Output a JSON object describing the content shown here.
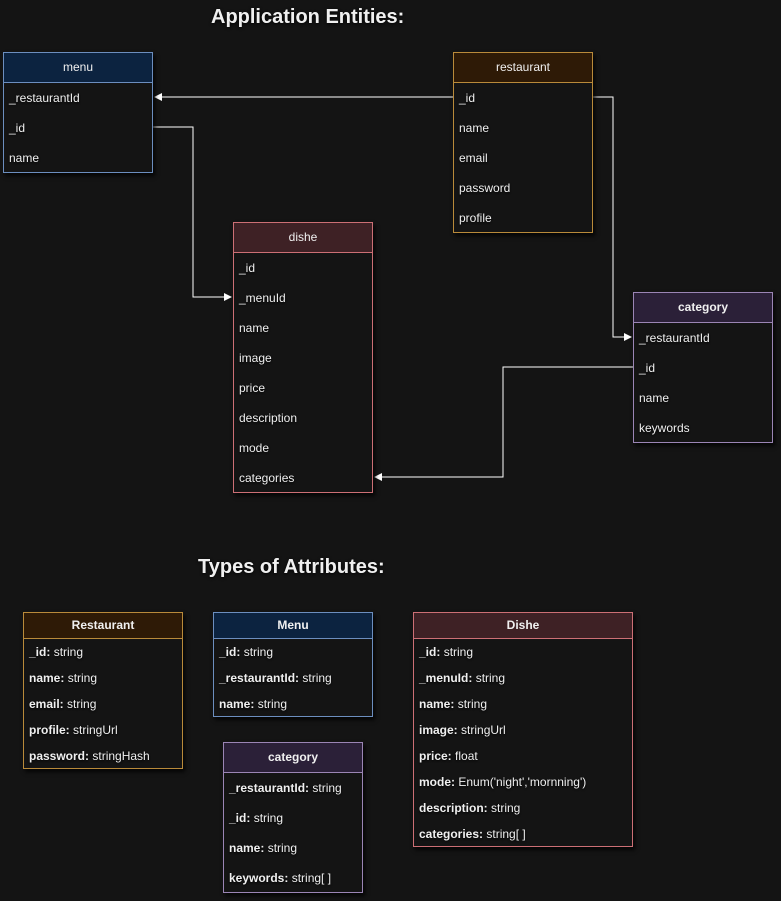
{
  "headings": {
    "entities": "Application Entities:",
    "types": "Types of Attributes:"
  },
  "colors": {
    "menu": "#6c8ebf",
    "restaurant": "#b98a3a",
    "dishe": "#cc6f75",
    "category": "#9b85b5",
    "background": "#141414"
  },
  "entities": {
    "menu": {
      "title": "menu",
      "fields": [
        "_restaurantId",
        "_id",
        "name"
      ]
    },
    "restaurant": {
      "title": "restaurant",
      "fields": [
        "_id",
        "name",
        "email",
        "password",
        "profile"
      ]
    },
    "dishe": {
      "title": "dishe",
      "fields": [
        "_id",
        "_menuId",
        "name",
        "image",
        "price",
        "description",
        "mode",
        "categories"
      ]
    },
    "category": {
      "title": "category",
      "fields": [
        "_restaurantId",
        "_id",
        "name",
        "keywords"
      ]
    }
  },
  "types": {
    "restaurant": {
      "title": "Restaurant",
      "fields": [
        {
          "key": "_id:",
          "type": "string"
        },
        {
          "key": "name:",
          "type": "string"
        },
        {
          "key": "email:",
          "type": "string"
        },
        {
          "key": "profile:",
          "type": "stringUrl"
        },
        {
          "key": "password:",
          "type": "stringHash"
        }
      ]
    },
    "menu": {
      "title": "Menu",
      "fields": [
        {
          "key": "_id:",
          "type": "string"
        },
        {
          "key": "_restaurantId:",
          "type": "string"
        },
        {
          "key": "name:",
          "type": "string"
        }
      ]
    },
    "dishe": {
      "title": "Dishe",
      "fields": [
        {
          "key": "_id:",
          "type": "string"
        },
        {
          "key": "_menuId:",
          "type": "string"
        },
        {
          "key": "name:",
          "type": "string"
        },
        {
          "key": "image:",
          "type": "stringUrl"
        },
        {
          "key": "price:",
          "type": "float"
        },
        {
          "key": "mode:",
          "type": "Enum('night','mornning')"
        },
        {
          "key": "description:",
          "type": "string"
        },
        {
          "key": "categories:",
          "type": "string[ ]"
        }
      ]
    },
    "category": {
      "title": "category",
      "fields": [
        {
          "key": "_restaurantId:",
          "type": "string"
        },
        {
          "key": "_id:",
          "type": "string"
        },
        {
          "key": "name:",
          "type": "string"
        },
        {
          "key": "keywords:",
          "type": "string[ ]"
        }
      ]
    }
  }
}
